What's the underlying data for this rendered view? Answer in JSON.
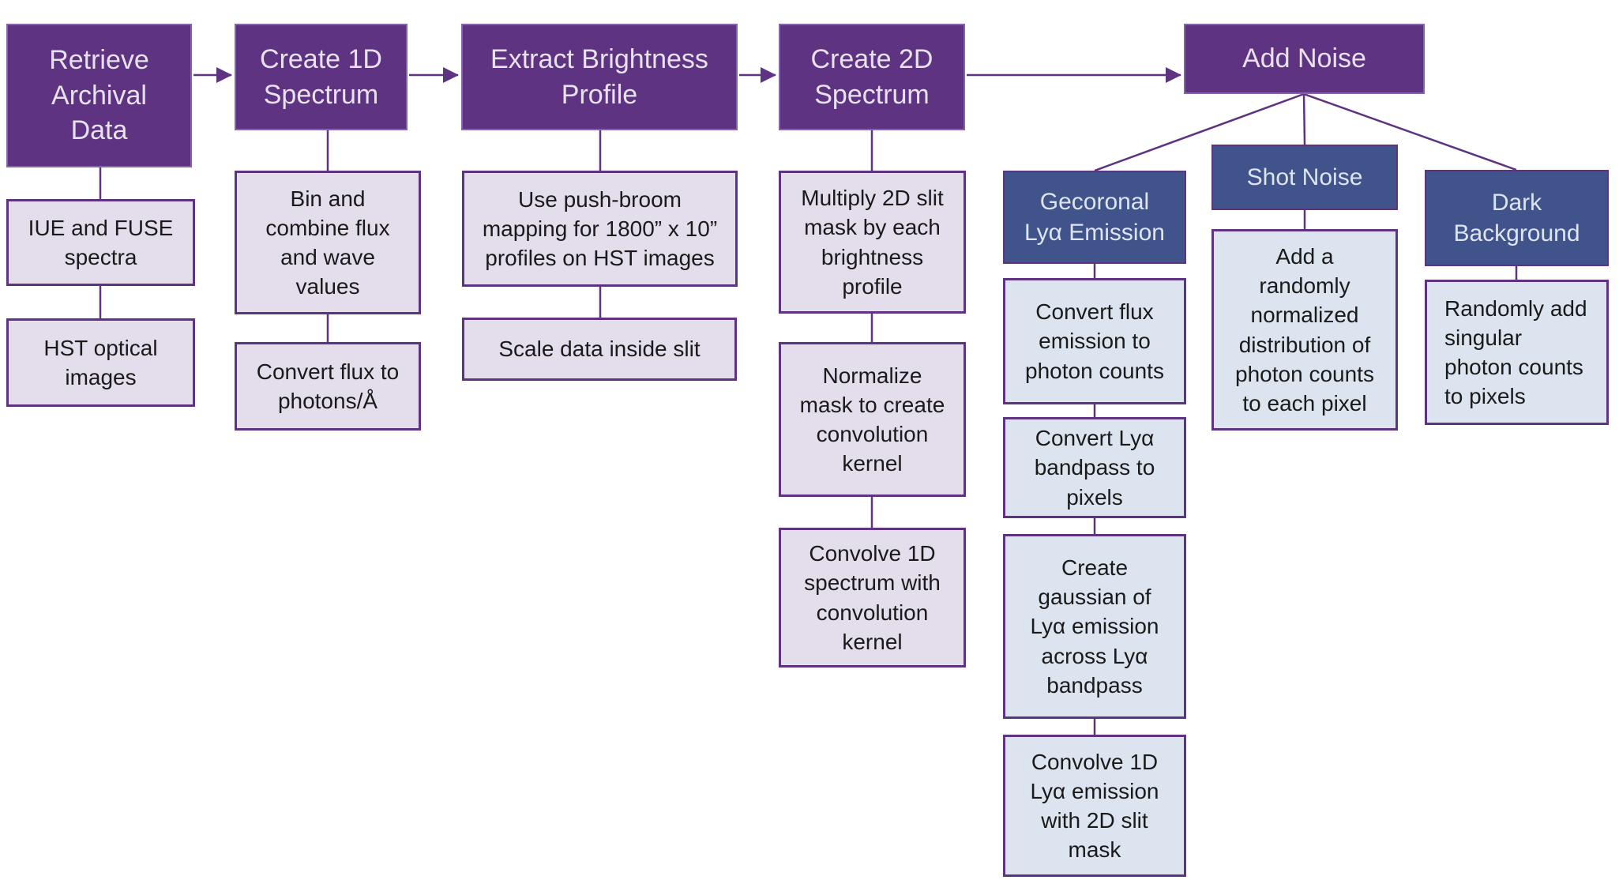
{
  "diagram_title": "Flowchart: build simulated 2D spectrum and add noise",
  "colors": {
    "purple": "#5E3382",
    "purple_border_light": "#8464AC",
    "lavender": "#E4DDEC",
    "navy": "#40538A",
    "light_blue": "#DCE4F0",
    "line": "#5E3382",
    "text_light": "#E7E2EE",
    "text_navy_light": "#DDE4F2",
    "text_dark": "#1A1A1A"
  },
  "nodes": {
    "retrieve": {
      "label": "Retrieve\nArchival\nData"
    },
    "create1d": {
      "label": "Create 1D\nSpectrum"
    },
    "extract": {
      "label": "Extract Brightness\nProfile"
    },
    "create2d": {
      "label": "Create 2D\nSpectrum"
    },
    "addnoise": {
      "label": "Add Noise"
    },
    "iue": {
      "label": "IUE and FUSE\nspectra"
    },
    "hst": {
      "label": "HST optical\nimages"
    },
    "bin": {
      "label": "Bin and\ncombine flux\nand wave\nvalues"
    },
    "convert_flux": {
      "label": "Convert flux to\nphotons/Å"
    },
    "pushbroom": {
      "label": "Use push-broom\nmapping for 1800” x 10”\nprofiles on HST images"
    },
    "scale_slit": {
      "label": "Scale data inside slit"
    },
    "multiply": {
      "label": "Multiply 2D slit\nmask by each\nbrightness\nprofile"
    },
    "normalize": {
      "label": "Normalize\nmask to create\nconvolution\nkernel"
    },
    "convolve1d": {
      "label": "Convolve 1D\nspectrum with\nconvolution\nkernel"
    },
    "geocoronal": {
      "label": "Gecoronal\nLyα Emission"
    },
    "shot_noise": {
      "label": "Shot Noise"
    },
    "dark_bg": {
      "label": "Dark\nBackground"
    },
    "flux_emission": {
      "label": "Convert flux\nemission to\nphoton counts"
    },
    "lya_bandpass": {
      "label": "Convert Lyα\nbandpass to\npixels"
    },
    "gaussian": {
      "label": "Create\ngaussian of\nLyα emission\nacross Lyα\nbandpass"
    },
    "convolve_lya": {
      "label": "Convolve 1D\nLyα emission\nwith 2D slit\nmask"
    },
    "shot_detail": {
      "label": "Add a\nrandomly\nnormalized\ndistribution of\nphoton counts\nto each pixel"
    },
    "dark_detail": {
      "label": "Randomly add\nsingular\nphoton counts\nto pixels"
    }
  }
}
